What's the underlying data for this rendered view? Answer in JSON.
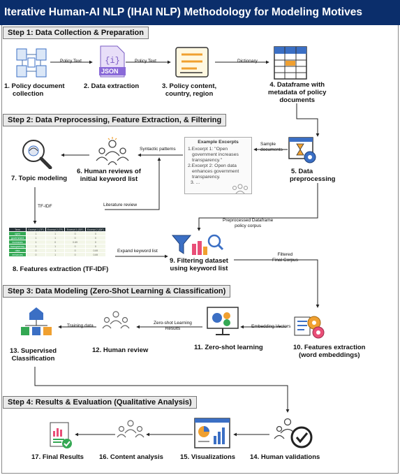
{
  "title": "Iterative Human-AI NLP (IHAI NLP) Methodology for Modeling Motives",
  "steps": {
    "s1": "Step 1: Data Collection & Preparation",
    "s2": "Step 2: Data Preprocessing, Feature Extraction, & Filtering",
    "s3": "Step 3: Data Modeling (Zero-Shot Learning & Classification)",
    "s4": "Step 4: Results & Evaluation (Qualitative Analysis)"
  },
  "nodes": {
    "n1": [
      "1. Policy document",
      "collection"
    ],
    "n2": "2. Data extraction",
    "n3": [
      "3. Policy content,",
      "country, region"
    ],
    "n4": [
      "4. Dataframe with",
      "metadata of policy",
      "documents"
    ],
    "n5": [
      "5. Data",
      "preprocessing"
    ],
    "n6": [
      "6. Human reviews of",
      "initial keyword list"
    ],
    "n7": "7. Topic modeling",
    "n8": "8. Features extraction (TF-IDF)",
    "n9": [
      "9. Filtering dataset",
      "using keyword list"
    ],
    "n10": [
      "10. Features extraction",
      "(word embeddings)"
    ],
    "n11": "11. Zero-shot learning",
    "n12": "12. Human review",
    "n13": [
      "13. Supervised",
      "Classification"
    ],
    "n14": "14. Human validations",
    "n15": "15. Visualizations",
    "n16": "16. Content analysis",
    "n17": "17. Final Results"
  },
  "edges": {
    "policy_text_1": "Policy Text",
    "policy_text_2": "Policy Text",
    "dictionary": "Dictionary",
    "sample_documents": [
      "Sample",
      "documents"
    ],
    "syntactic_patterns": "Syntactic patterns",
    "literature_review": "Literature review",
    "tfidf": "TF-IDF",
    "preprocessed": [
      "Preprocessed Dataframe",
      "policy corpus"
    ],
    "expand_keyword": "Expand keyword list",
    "filtered": [
      "Filtered",
      "Final Corpus"
    ],
    "embedding_vectors": "Embedding Vectors",
    "zero_shot_results": [
      "Zero-shot Learning",
      "Results"
    ],
    "training_data": "Training data"
  },
  "example": {
    "heading": "Example Excerpts",
    "items": [
      "1.Excerpt 1: \"Open",
      "government increases",
      "transparency.\"",
      "2.Excerpt 2: Open data",
      "enhances government",
      "transparency.",
      "3. ..."
    ]
  },
  "json_label": "JSON",
  "tfidf_table": {
    "header": [
      "Term",
      "Excerpt 1 (TF)",
      "Excerpt 2 (TF)",
      "Excerpt 1 (IDF)",
      "Excerpt 2 (IDF)"
    ],
    "rows": [
      [
        "open",
        "1",
        "1",
        "0",
        "0"
      ],
      [
        "government",
        "1",
        "1",
        "0",
        "0"
      ],
      [
        "increases",
        "1",
        "0",
        "0.69",
        "0"
      ],
      [
        "transparency",
        "1",
        "1",
        "0",
        "0"
      ],
      [
        "data",
        "0",
        "1",
        "0",
        "0.69"
      ],
      [
        "enhances",
        "0",
        "1",
        "0",
        "0.69"
      ]
    ]
  },
  "colors": {
    "title_bg": "#0b2e6b",
    "step_bg": "#e9e9e9",
    "accent_blue": "#3b6fc4",
    "accent_orange": "#f0a030",
    "accent_green": "#34a853"
  }
}
